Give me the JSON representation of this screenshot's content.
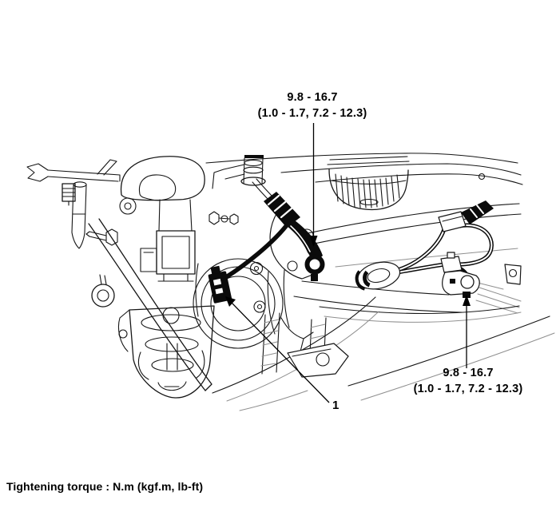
{
  "figure": {
    "background": "#ffffff",
    "ink_color": "#161616",
    "caption": "Tightening torque : N.m (kgf.m, lb-ft)",
    "torque_top": {
      "value": "9.8 - 16.7",
      "detail": "(1.0 - 1.7, 7.2 - 12.3)"
    },
    "torque_right": {
      "value": "9.8 - 16.7",
      "detail": "(1.0 - 1.7, 7.2 - 12.3)"
    },
    "part_label": "1"
  }
}
